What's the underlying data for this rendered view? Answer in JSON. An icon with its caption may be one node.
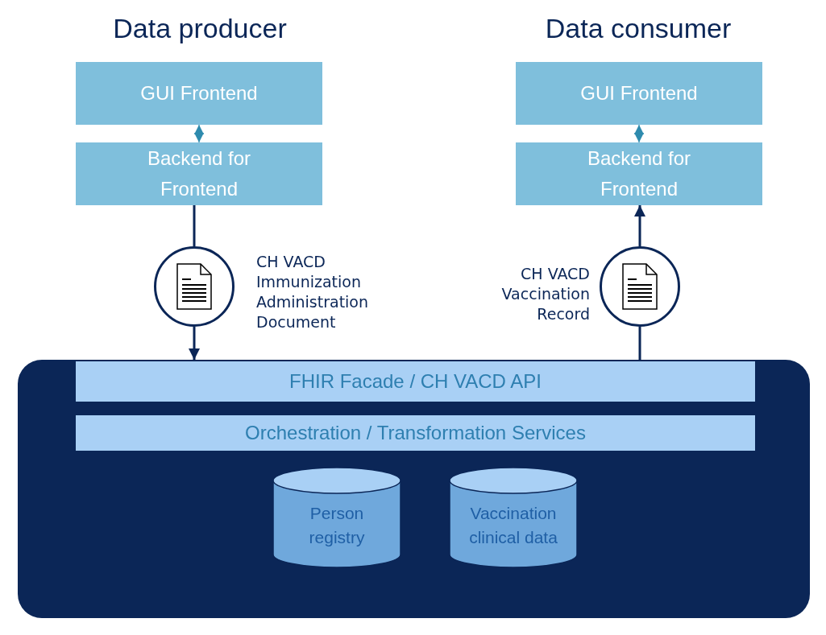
{
  "diagram": {
    "nodes": [
      {
        "text": [
          "GUI Frontend"
        ]
      },
      {
        "text": [
          "Backend for Frontend"
        ]
      },
      {
        "text": [
          "GUI Frontend"
        ]
      },
      {
        "text": [
          "Backend for Frontend"
        ]
      },
      {
        "text": [],
        "shape": "circle",
        "beside": [
          "CH VACD Immunization Administration Document"
        ]
      },
      {
        "text": [],
        "shape": "circle",
        "beside": [
          "CH VACD Vaccination Record"
        ]
      },
      {
        "text": [],
        "shape": "box"
      },
      {
        "text": [
          "FHIR Facade / CH VACD API"
        ],
        "in": 6
      },
      {
        "text": [
          "Orchestration / Transformation Services"
        ],
        "in": 6
      },
      {
        "text": [
          "Person registry"
        ],
        "in": 6
      },
      {
        "text": [
          "Vaccination clinical data"
        ],
        "in": 6
      }
    ],
    "edges": [
      {
        "from": 0,
        "to": 1,
        "arrow": "both",
        "color": "#2e8bae"
      },
      {
        "from": 2,
        "to": 3,
        "arrow": "both",
        "color": "#2e8bae"
      },
      {
        "from": 1,
        "to": 4,
        "arrow": "none"
      },
      {
        "from": 4,
        "to": 6,
        "arrow": "to"
      },
      {
        "from": 6,
        "to": 5,
        "arrow": "none"
      },
      {
        "from": 5,
        "to": 3,
        "arrow": "to"
      }
    ],
    "labels": [
      "Data producer",
      "Data consumer"
    ]
  }
}
